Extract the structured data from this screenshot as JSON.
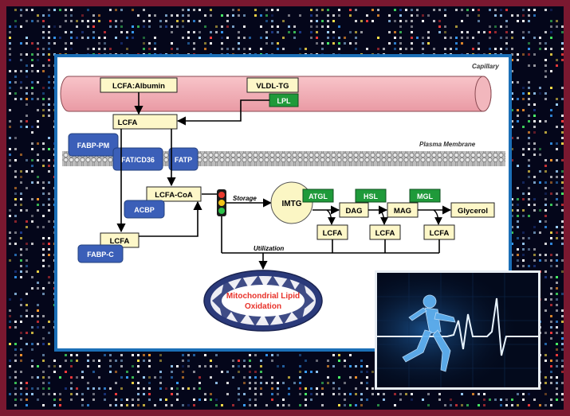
{
  "diagram": {
    "labels": {
      "capillary": "Capillary",
      "plasma_membrane": "Plasma Membrane",
      "lcfa_albumin": "LCFA:Albumin",
      "vldl_tg": "VLDL-TG",
      "lpl": "LPL",
      "lcfa_top": "LCFA",
      "fabp_pm": "FABP-PM",
      "fat_cd36": "FAT/CD36",
      "fatp": "FATP",
      "lcfa_coa": "LCFA-CoA",
      "acbp": "ACBP",
      "lcfa_c": "LCFA",
      "fabp_c": "FABP-C",
      "storage": "Storage",
      "imtg": "IMTG",
      "atgl": "ATGL",
      "dag": "DAG",
      "hsl": "HSL",
      "mag": "MAG",
      "mgl": "MGL",
      "glycerol": "Glycerol",
      "lcfa_out_1": "LCFA",
      "lcfa_out_2": "LCFA",
      "lcfa_out_3": "LCFA",
      "utilization": "Utilization",
      "mito_line1": "Mitochondrial Lipid",
      "mito_line2": "Oxidation"
    }
  },
  "colors": {
    "frame": "#7a1830",
    "capillary": "#f4b0b8",
    "yellow_box": "#fdf7c8",
    "green_enzyme": "#1f9a3a",
    "blue_protein": "#3b5fb8",
    "mito_text": "#e8322a",
    "panel_border": "#1b6fb7"
  }
}
